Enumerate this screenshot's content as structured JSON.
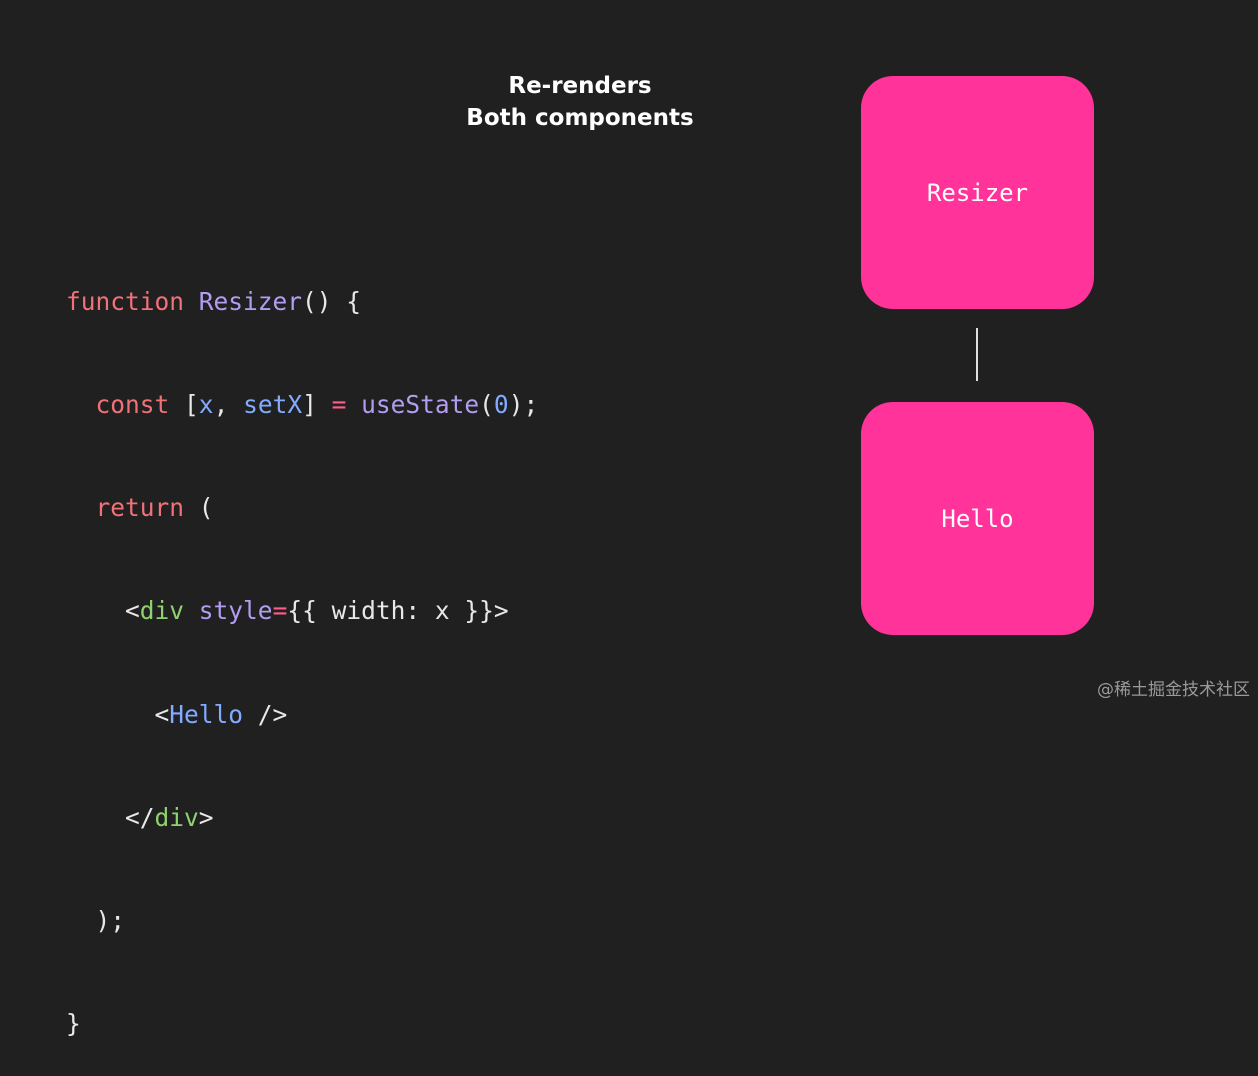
{
  "caption": {
    "line1": "Re-renders",
    "line2": "Both components"
  },
  "code": {
    "l1": {
      "a": "function",
      "b": " ",
      "c": "Resizer",
      "d": "() {"
    },
    "l2": {
      "a": "  ",
      "b": "const",
      "c": " [",
      "d": "x",
      "e": ", ",
      "f": "setX",
      "g": "] ",
      "h": "=",
      "i": " ",
      "j": "useState",
      "k": "(",
      "l": "0",
      "m": ");"
    },
    "l3": {
      "a": "  ",
      "b": "return",
      "c": " ("
    },
    "l4": {
      "a": "    <",
      "b": "div",
      "c": " ",
      "d": "style",
      "e": "=",
      "f": "{{ width: x }}>"
    },
    "l5": {
      "a": "      <",
      "b": "Hello",
      "c": " />"
    },
    "l6": {
      "a": "    </",
      "b": "div",
      "c": ">"
    },
    "l7": {
      "a": "  );"
    },
    "l8": {
      "a": "}"
    }
  },
  "diagram": {
    "parent_label": "Resizer",
    "child_label": "Hello",
    "node_color": "#ff3399"
  },
  "watermark": "@稀土掘金技术社区"
}
